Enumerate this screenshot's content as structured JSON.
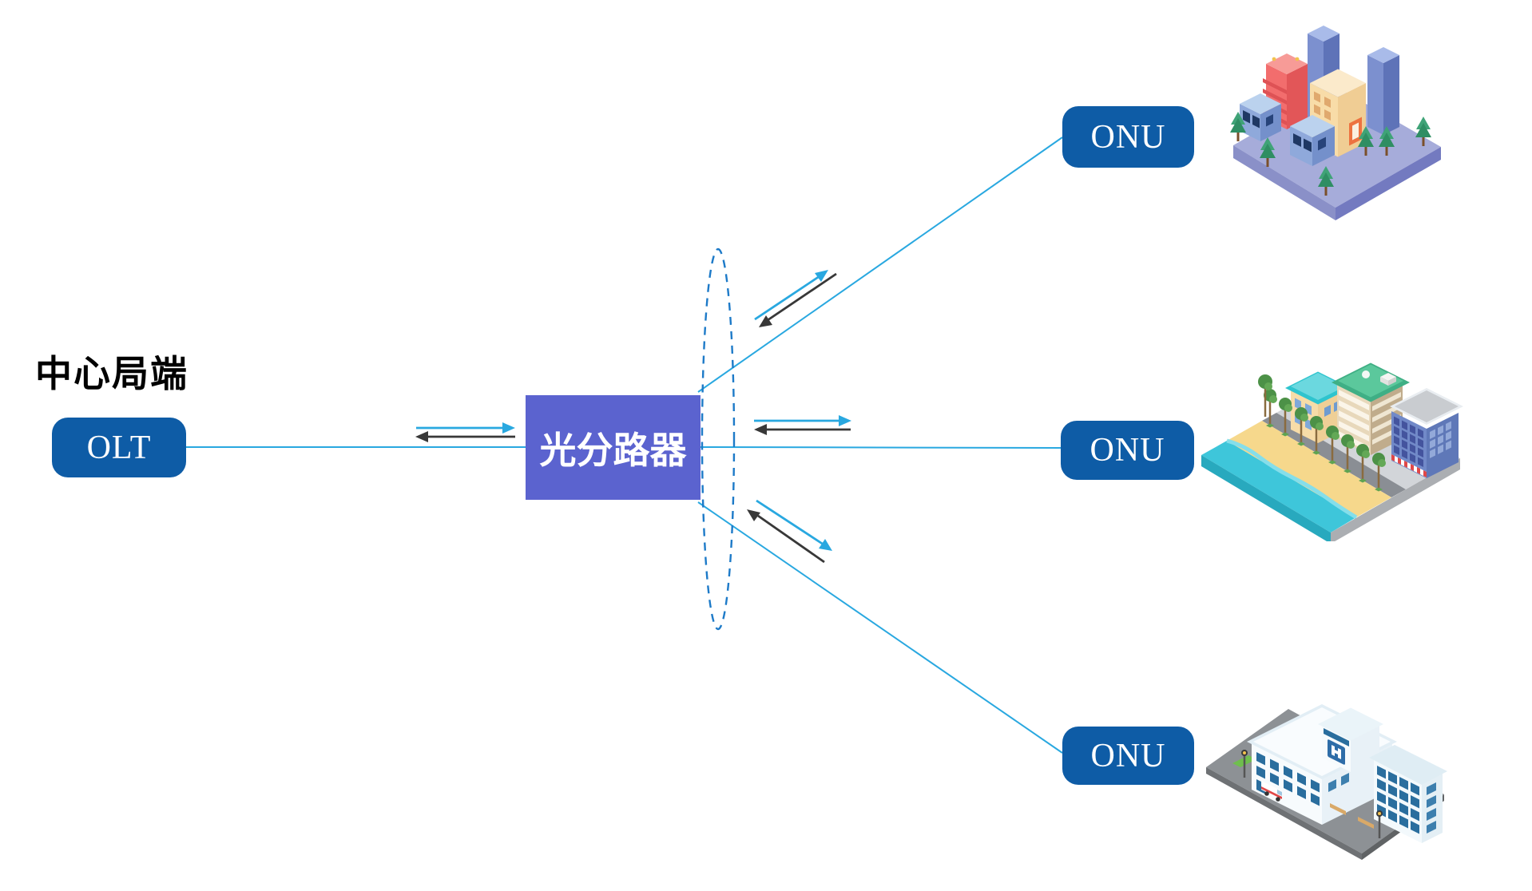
{
  "labels": {
    "central_office": "中心局端",
    "olt": "OLT",
    "splitter": "光分路器",
    "onu_top": "ONU",
    "onu_middle": "ONU",
    "onu_bottom": "ONU"
  },
  "colors": {
    "node_blue": "#0E5CA6",
    "splitter_purple": "#5B63CF",
    "fiber_blue": "#29A8E0",
    "downstream_arrow_blue": "#29A8E0",
    "upstream_arrow_black": "#383838",
    "splitter_ellipse_blue": "#1D7AC8",
    "node_text": "#FFFFFF",
    "label_text": "#000000",
    "background": "#FFFFFF"
  },
  "icons": {
    "onu_top_site": "isometric-city-block-illustration",
    "onu_middle_site": "isometric-beach-resort-illustration",
    "onu_bottom_site": "isometric-hospital-illustration"
  }
}
